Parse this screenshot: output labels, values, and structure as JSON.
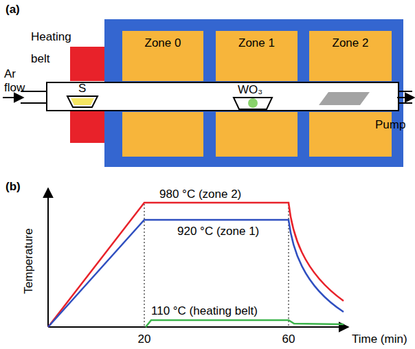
{
  "diagram": {
    "nodes": [
      {
        "text": [
          "Heating belt"
        ]
      },
      {
        "text": [
          "Zone 0"
        ]
      },
      {
        "text": [
          "Zone 1"
        ]
      },
      {
        "text": [
          "Zone 2"
        ]
      }
    ],
    "labels": [
      "(a)",
      "Ar flow",
      "S",
      "WO₃",
      "Pump",
      "(b)",
      "980 °C (zone 2)",
      "920 °C (zone 1)",
      "110 °C (heating belt)",
      "Temperature",
      "20",
      "60",
      "Time (min)"
    ]
  }
}
